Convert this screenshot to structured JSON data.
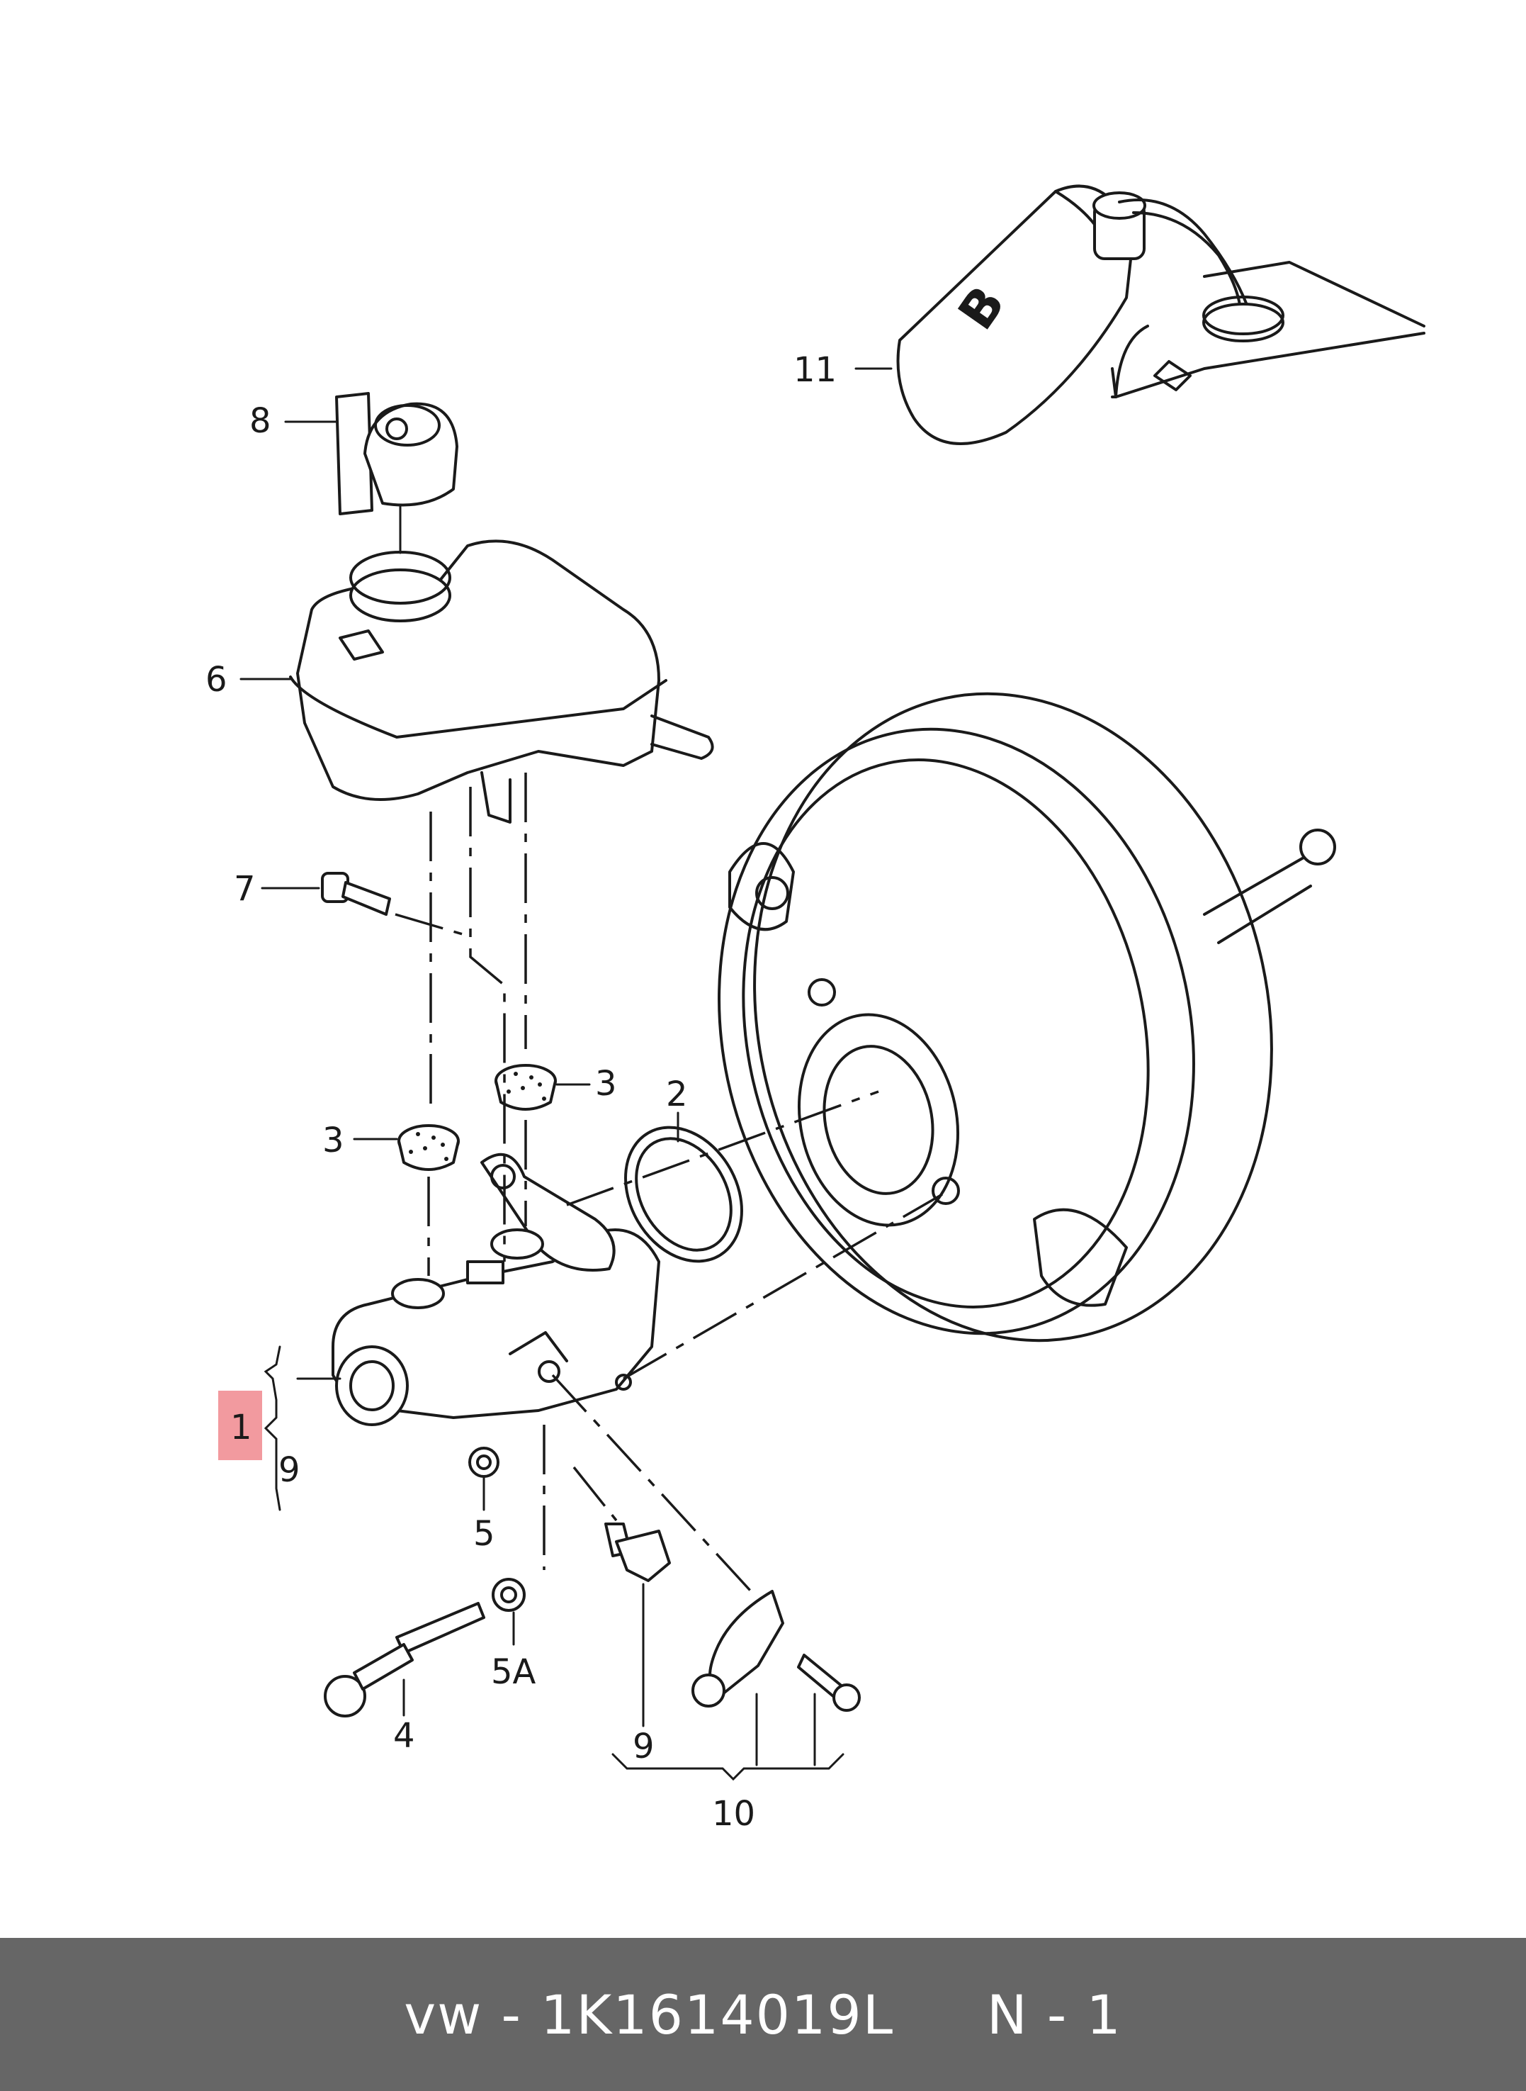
{
  "callouts": {
    "c1": "1",
    "c2": "2",
    "c3a": "3",
    "c3b": "3",
    "c4": "4",
    "c5": "5",
    "c5a": "5A",
    "c6": "6",
    "c7": "7",
    "c8": "8",
    "c9a": "9",
    "c9b": "9",
    "c10": "10",
    "c11": "11"
  },
  "inset_letter": "B",
  "highlight_color": "#f29a9f",
  "footer": {
    "text": "vw - 1K1614019L     N - 1",
    "background": "#666666"
  }
}
